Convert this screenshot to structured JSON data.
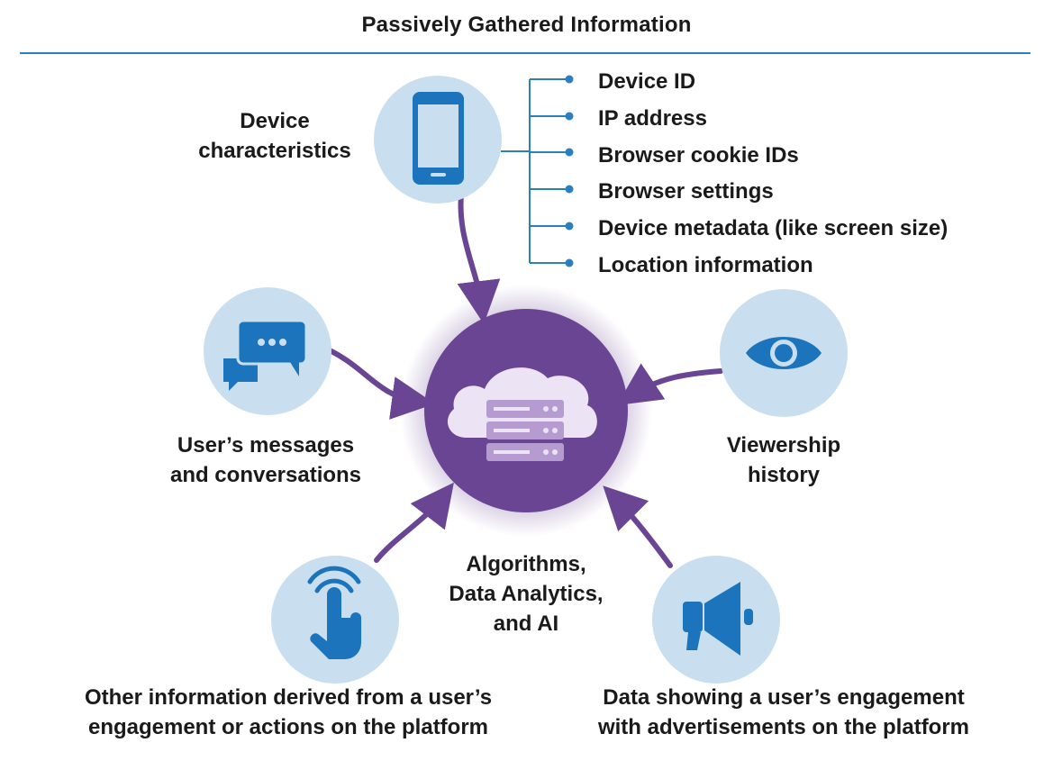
{
  "title": "Passively Gathered Information",
  "colors": {
    "rule": "#2a7fbf",
    "bubble": "#c9dff0",
    "icon": "#1c75bc",
    "hub": "#6a4594",
    "arrow": "#6a4594",
    "icon_light": "#e6dcf0"
  },
  "hub": {
    "icon": "cloud-server-icon",
    "label_lines": [
      "Algorithms,",
      "Data Analytics,",
      "and AI"
    ]
  },
  "device": {
    "icon": "smartphone-icon",
    "label_lines": [
      "Device",
      "characteristics"
    ],
    "items": [
      "Device ID",
      "IP address",
      "Browser cookie IDs",
      "Browser settings",
      "Device metadata (like screen size)",
      "Location information"
    ]
  },
  "messages": {
    "icon": "chat-bubbles-icon",
    "label_lines": [
      "User’s messages",
      "and conversations"
    ]
  },
  "viewership": {
    "icon": "eye-icon",
    "label_lines": [
      "Viewership",
      "history"
    ]
  },
  "other": {
    "icon": "tap-finger-icon",
    "label_lines": [
      "Other information derived from a user’s",
      "engagement or actions on the platform"
    ]
  },
  "ads": {
    "icon": "megaphone-icon",
    "label_lines": [
      "Data showing a user’s engagement",
      "with advertisements on the platform"
    ]
  }
}
